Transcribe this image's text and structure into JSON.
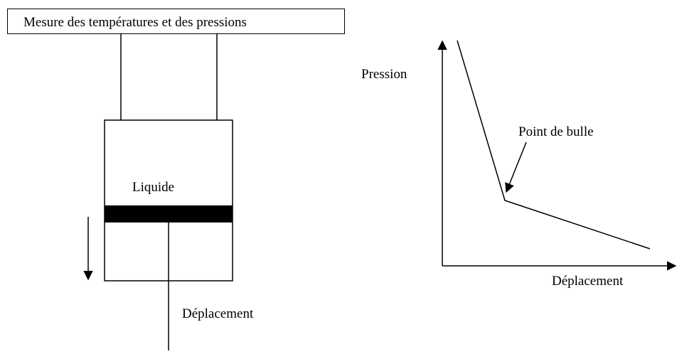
{
  "apparatus": {
    "measurement_box_label": "Mesure des températures et des pressions",
    "liquid_label": "Liquide",
    "displacement_label": "Déplacement"
  },
  "graph": {
    "y_axis_label": "Pression",
    "x_axis_label": "Déplacement",
    "annotation": "Point de bulle"
  }
}
